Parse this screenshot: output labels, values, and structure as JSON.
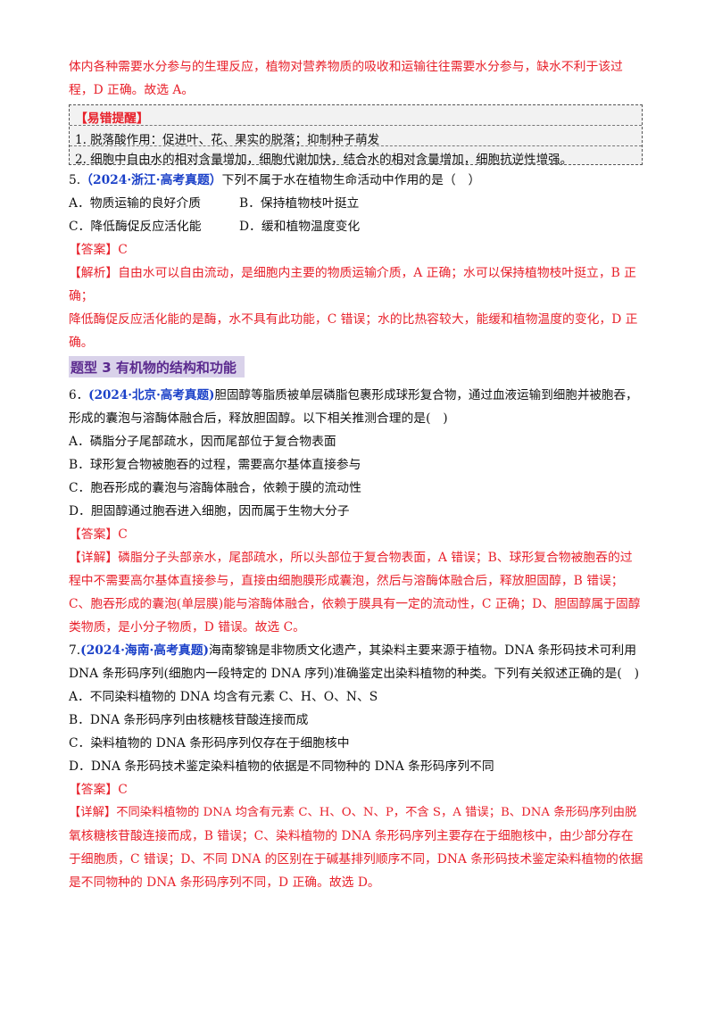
{
  "top": {
    "lines": [
      "体内各种需要水分参与的生理反应，植物对营养物质的吸收和运输往往需要水分参与，缺水不利于该过",
      "程，D 正确。故选 A。"
    ]
  },
  "tip": {
    "title": "【易错提醒】",
    "items": [
      "1. 脱落酸作用：促进叶、花、果实的脱落；抑制种子萌发",
      "2. 细胞中自由水的相对含量增加，细胞代谢加快，结合水的相对含量增加，细胞抗逆性增强。"
    ]
  },
  "q5": {
    "num": "5.",
    "source": "（2024·浙江·高考真题）",
    "stem": "下列不属于水在植物生命活动中作用的是（　）",
    "options": [
      "A．物质运输的良好介质",
      "B．保持植物枝叶挺立",
      "C．降低酶促反应活化能",
      "D．缓和植物温度变化"
    ],
    "answer_label": "【答案】",
    "answer": "C",
    "analysis_label": "【解析】",
    "analysis": [
      "自由水可以自由流动，是细胞内主要的物质运输介质，A 正确；水可以保持植物枝叶挺立，B 正",
      "确；",
      "降低酶促反应活化能的是酶，水不具有此功能，C 错误；水的比热容较大，能缓和植物温度的变化，D 正",
      "确。"
    ]
  },
  "section": {
    "title": "题型 3  有机物的结构和功能"
  },
  "q6": {
    "num": "6．",
    "source": "(2024·北京·高考真题)",
    "stem": [
      "胆固醇等脂质被单层磷脂包裹形成球形复合物，通过血液运输到细胞并被胞吞，",
      "形成的囊泡与溶酶体融合后，释放胆固醇。以下相关推测合理的是(　)"
    ],
    "options": [
      "A．磷脂分子尾部疏水，因而尾部位于复合物表面",
      "B．球形复合物被胞吞的过程，需要高尔基体直接参与",
      "C．胞吞形成的囊泡与溶酶体融合，依赖于膜的流动性",
      "D．胆固醇通过胞吞进入细胞，因而属于生物大分子"
    ],
    "answer_label": "【答案】",
    "answer": "C",
    "analysis_label": "【详解】",
    "analysis": [
      "磷脂分子头部亲水，尾部疏水，所以头部位于复合物表面，A 错误；B、球形复合物被胞吞的过",
      "程中不需要高尔基体直接参与，直接由细胞膜形成囊泡，然后与溶酶体融合后，释放胆固醇，B 错误；",
      "C、胞吞形成的囊泡(单层膜)能与溶酶体融合，依赖于膜具有一定的流动性，C 正确；D、胆固醇属于固醇",
      "类物质，是小分子物质，D 错误。故选 C。"
    ]
  },
  "q7": {
    "num": "7.",
    "source": "(2024·海南·高考真题)",
    "stem": [
      "海南黎锦是非物质文化遗产，其染料主要来源于植物。DNA 条形码技术可利用",
      "DNA 条形码序列(细胞内一段特定的 DNA 序列)准确鉴定出染料植物的种类。下列有关叙述正确的是(　)"
    ],
    "options": [
      "A．不同染料植物的 DNA 均含有元素 C、H、O、N、S",
      "B．DNA 条形码序列由核糖核苷酸连接而成",
      "C．染料植物的 DNA 条形码序列仅存在于细胞核中",
      "D．DNA 条形码技术鉴定染料植物的依据是不同物种的 DNA 条形码序列不同"
    ],
    "answer_label": "【答案】",
    "answer": "C",
    "analysis_label": "【详解】",
    "analysis": [
      "不同染料植物的 DNA 均含有元素 C、H、O、N、P，不含 S，A 错误；B、DNA 条形码序列由脱",
      "氧核糖核苷酸连接而成，B 错误；C、染料植物的 DNA 条形码序列主要存在于细胞核中，由少部分存在",
      "于细胞质，C 错误；D、不同 DNA 的区别在于碱基排列顺序不同，DNA 条形码技术鉴定染料植物的依据",
      "是不同物种的 DNA 条形码序列不同，D 正确。故选 D。"
    ]
  }
}
